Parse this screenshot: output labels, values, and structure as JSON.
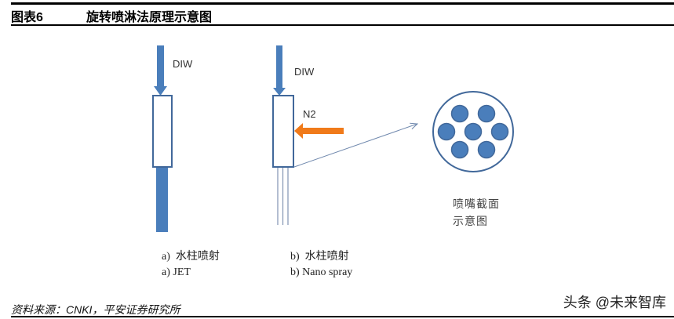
{
  "header": {
    "figure_number": "图表6",
    "title": "旋转喷淋法原理示意图"
  },
  "diagram": {
    "left_nozzle": {
      "input_label": "DIW",
      "caption_cn": "a)  水柱喷射",
      "caption_en": "a) JET"
    },
    "right_nozzle": {
      "input_label": "DIW",
      "gas_label": "N2",
      "caption_cn": "b)  水柱喷射",
      "caption_en": "b) Nano spray",
      "jet_line_count": 3
    },
    "cross_section": {
      "label_line1": "喷嘴截面",
      "label_line2": "示意图",
      "hole_count": 7
    },
    "colors": {
      "water_blue": "#4a7ebb",
      "outline_blue": "#41689a",
      "gas_orange": "#f07a1a",
      "thin_line": "#8a9bb8"
    }
  },
  "footer": {
    "source": "资料来源：CNKI，平安证券研究所",
    "watermark": "头条 @未来智库"
  }
}
